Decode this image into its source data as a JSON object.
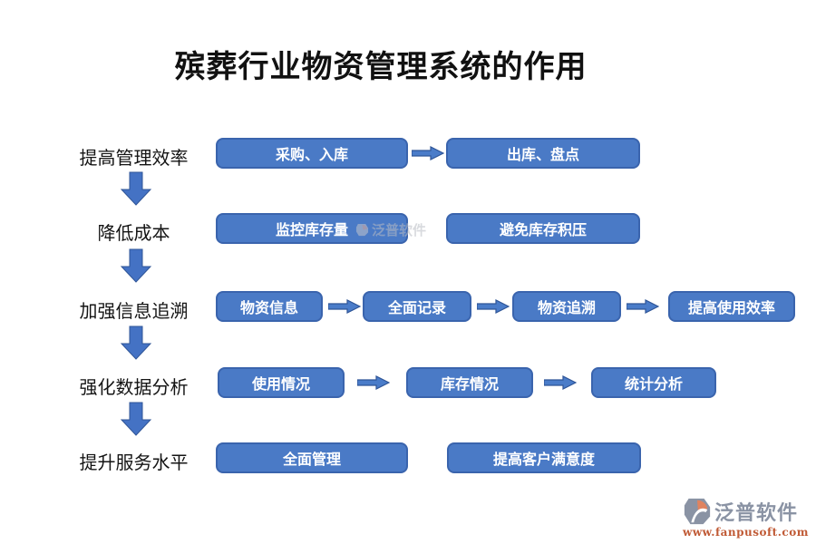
{
  "title": "殡葬行业物资管理系统的作用",
  "rows": [
    {
      "label": "提高管理效率",
      "boxes": [
        "采购、入库",
        "出库、盘点"
      ]
    },
    {
      "label": "降低成本",
      "boxes": [
        "监控库存量",
        "避免库存积压"
      ]
    },
    {
      "label": "加强信息追溯",
      "boxes": [
        "物资信息",
        "全面记录",
        "物资追溯",
        "提高使用效率"
      ]
    },
    {
      "label": "强化数据分析",
      "boxes": [
        "使用情况",
        "库存情况",
        "统计分析"
      ]
    },
    {
      "label": "提升服务水平",
      "boxes": [
        "全面管理",
        "提高客户满意度"
      ]
    }
  ],
  "watermark": {
    "text": "泛普软件"
  },
  "logo": {
    "name": "泛普软件",
    "url": "www.fanpusoft.com"
  },
  "colors": {
    "box_fill": "#4a7ac6",
    "box_border": "#3a64ad",
    "arrow_fill": "#4a7cc9",
    "arrow_border": "#2f5597",
    "title_text": "#111111",
    "label_text": "#141414",
    "box_text": "#ffffff",
    "logo_gray": "#8a93a4",
    "logo_orange": "#e0835f",
    "url_text": "#c05a35"
  }
}
